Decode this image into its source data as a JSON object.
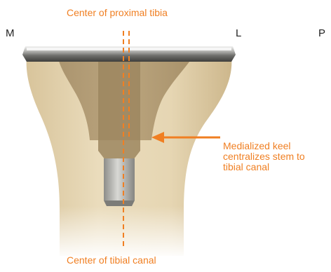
{
  "labels": {
    "center_proximal": "Center of proximal tibia",
    "center_canal": "Center of tibial canal",
    "medial": "M",
    "lateral": "L",
    "posterior": "P",
    "callout_lines": [
      "Medialized keel",
      "centralizes stem to",
      "tibial canal"
    ]
  },
  "colors": {
    "accent": "#f07f22",
    "bone": "#e8d9b8",
    "metal": "#9a9a96"
  }
}
